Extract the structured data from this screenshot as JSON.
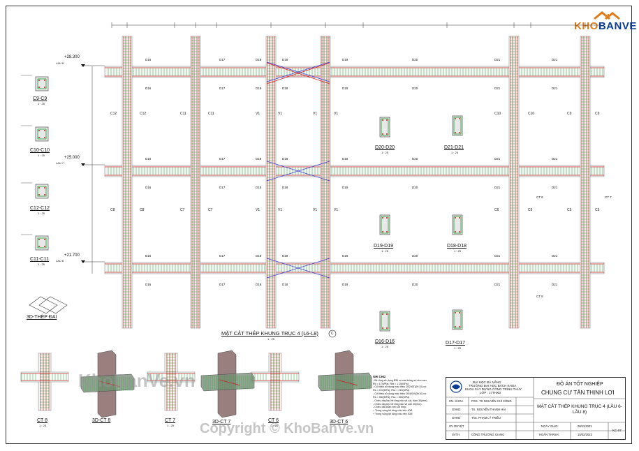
{
  "brand": {
    "logo_text": "KHOBANVE",
    "logo_prefix": "KHO",
    "logo_suffix": "BANVE",
    "watermark": "KhoBanVe.vn",
    "copyright": "Copyright © KhoBanVe.vn"
  },
  "levels": [
    {
      "value": "+28.300",
      "name": "LAU 8"
    },
    {
      "value": "+25.000",
      "name": "LAU 7"
    },
    {
      "value": "+21.700",
      "name": "LAU 6"
    }
  ],
  "left_sections": [
    {
      "name": "C9-C9",
      "scale": "1 : 25"
    },
    {
      "name": "C10-C10",
      "scale": "1 : 25"
    },
    {
      "name": "C12-C12",
      "scale": "1 : 25"
    },
    {
      "name": "C11-C11",
      "scale": "1 : 25"
    }
  ],
  "stirrup_3d": {
    "name": "3D-THÉP ĐAI"
  },
  "column_labels_row1": [
    "C12",
    "C12",
    "C11",
    "C11",
    "V1",
    "V1",
    "V1",
    "V1",
    "C10",
    "C10",
    "C9",
    "C9"
  ],
  "column_labels_row2": [
    "C8",
    "C8",
    "C7",
    "C7",
    "V1",
    "V1",
    "V1",
    "V1",
    "C6",
    "C6",
    "C5",
    "C5"
  ],
  "beam_labels": [
    "D16",
    "D17",
    "D18",
    "D18",
    "D19",
    "D20",
    "D21",
    "D21"
  ],
  "ct_tags": [
    "CT 6",
    "CT 7",
    "CT 8"
  ],
  "right_sections": [
    {
      "name": "D20-D20",
      "scale": "1 : 25"
    },
    {
      "name": "D21-D21",
      "scale": "1 : 25"
    },
    {
      "name": "D19-D19",
      "scale": "1 : 25"
    },
    {
      "name": "D18-D18",
      "scale": "1 : 25"
    },
    {
      "name": "D16-D16",
      "scale": "1 : 25"
    },
    {
      "name": "D17-D17",
      "scale": "1 : 25"
    }
  ],
  "main_title": {
    "name": "MẶT CẮT THÉP KHUNG TRỤC 4 (L6-L8)",
    "scale": "1 : 25",
    "axis": "C"
  },
  "details": [
    {
      "name": "CT 8",
      "scale": "1 : 25"
    },
    {
      "name": "3D-CT 8",
      "scale": ""
    },
    {
      "name": "CT 7",
      "scale": "1 : 25"
    },
    {
      "name": "3D-CT 7",
      "scale": ""
    },
    {
      "name": "CT 6",
      "scale": "1 : 25"
    },
    {
      "name": "3D-CT 6",
      "scale": ""
    }
  ],
  "notes": {
    "title": "GHI CHÚ:",
    "lines": [
      "- Bê tông sử dụng B30 có các thông số như sau:",
      "  Rb = 17(MPa); Rbt = 1.15(MPa)",
      "- Cốt thép sử dụng mác thép CB240T(Ø<10) có:",
      "  Rs = 210(MPa); Rsc = 210(MPa)",
      "- Cốt thép sử dụng mác thép CB400V(Ø≥10) có:",
      "  Rs = 350(MPa); Rsc = 350(MPa)",
      "- Chiều dày lớp bê tông bảo vệ cột, dầm 30(mm).",
      "- Chiều dày lớp bê tông bảo vệ sàn 20(mm).",
      "- Chiều dài đoạn neo cốt thép:",
      "  + Trong vùng bê tông chịu kéo 40Ø",
      "  + Trong vùng bê tông chịu nén 30Ø"
    ]
  },
  "title_block": {
    "school_1": "ĐẠI HỌC ĐÀ NẴNG",
    "school_2": "TRƯỜNG ĐẠI HỌC BÁCH KHOA",
    "school_3": "KHOA XÂY DỰNG CÔNG TRÌNH THỦY",
    "class": "LỚP : 17THXD",
    "project_type": "ĐỒ ÁN TỐT NGHIỆP",
    "project_name": "CHUNG CƯ TÂN THỊNH LỢI",
    "drawing_title": "MẶT CẮT THÉP KHUNG TRỤC 4 (LẦU 6-LẦU 8)",
    "roles": [
      {
        "role": "CN. KHOA",
        "person": "PGS. TS NGUYỄN CHÍ CÔNG"
      },
      {
        "role": "GVHD",
        "person": "TS. NGUYỄN THANH HẢI"
      },
      {
        "role": "GVHD",
        "person": "ThS. PHẠM LÝ TRIỀU"
      },
      {
        "role": "GV DUYỆT",
        "person": ""
      },
      {
        "role": "SVTH",
        "person": "CÔNG TRƯỜNG GIANG"
      }
    ],
    "date_given_label": "NGÀY GIAO:",
    "date_given": "08/11/2021",
    "date_done_label": "HOÀN THÀNH:",
    "date_done": "15/02/2022",
    "sheet_no": "KC-07"
  },
  "colors": {
    "rebar": "#d11f1f",
    "stirrup": "#1a9e2c",
    "concrete": "#8a8a8a",
    "cross": "#3b3bd6"
  }
}
